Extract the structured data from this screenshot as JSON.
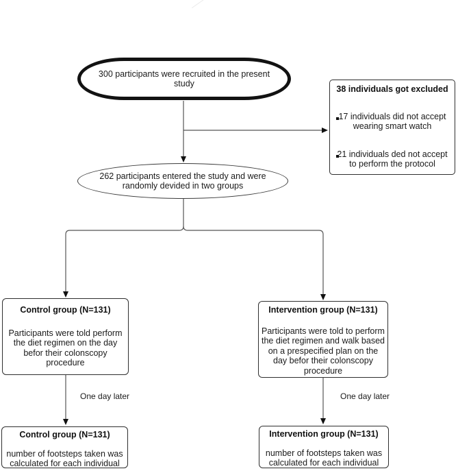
{
  "diagram": {
    "recruit": {
      "text": "300 participants were recruited in the present\nstudy"
    },
    "excluded": {
      "title": "38 individuals got excluded",
      "bullets": [
        "17 individuals did not accept\nwearing smart watch",
        "21 individuals ded not accept\nto perform the protocol"
      ]
    },
    "randomized": {
      "text": "262 participants entered the study and were\nrandomly devided in two groups"
    },
    "control": {
      "title": "Control group (N=131)",
      "body": "Participants were told perform\nthe diet regimen on the day\nbefor their colonscopy\nprocedure"
    },
    "intervention": {
      "title": "Intervention group (N=131)",
      "body": "Participants were told to perform\nthe diet regimen and walk based\non a prespecified plan on the\nday befor their colonscopy\nprocedure"
    },
    "control_outcome": {
      "title": "Control group (N=131)",
      "body": "number of footsteps taken was\ncalculated for each individual"
    },
    "intervention_outcome": {
      "title": "Intervention group (N=131)",
      "body": "number of footsteps taken was\ncalculated for each individual"
    },
    "edge_labels": {
      "left": "One day later",
      "right": "One day later"
    },
    "colors": {
      "line": "#555555",
      "arrowhead": "#111111",
      "box_border": "#2e2e2e",
      "terminator_border": "#121212",
      "text": "#1a1a1a",
      "background": "#ffffff"
    }
  }
}
